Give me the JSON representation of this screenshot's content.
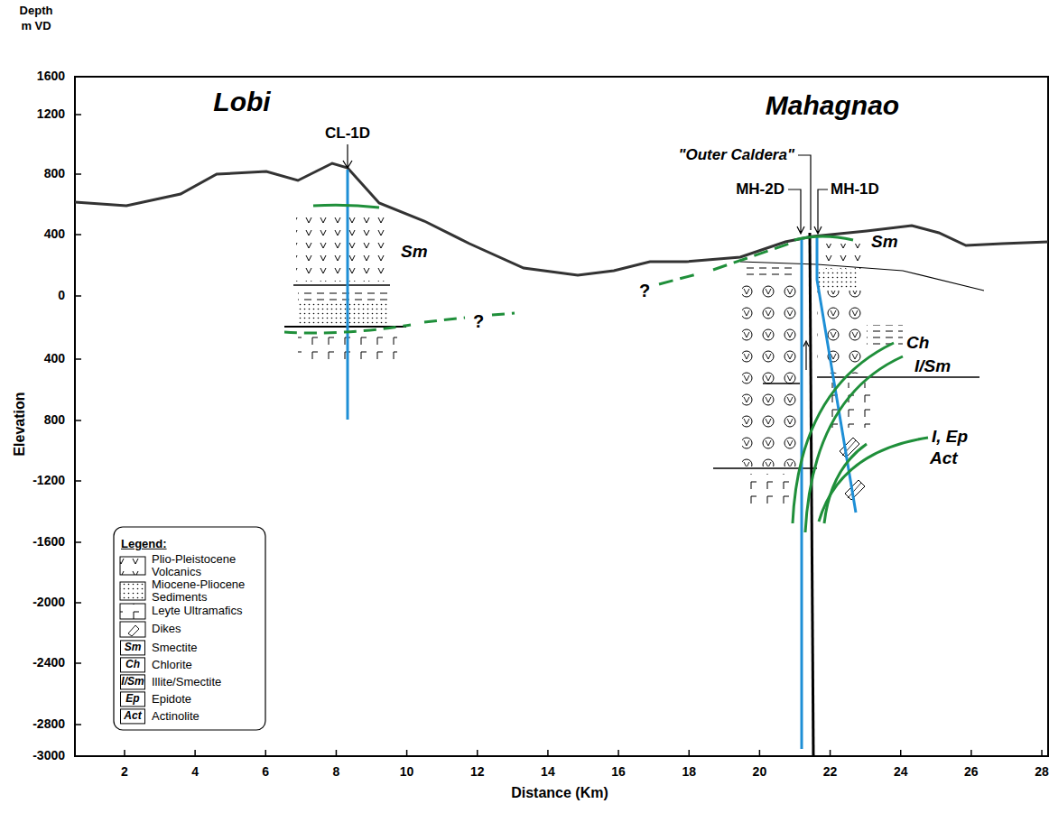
{
  "diagram": {
    "labels": [
      "Depth",
      "m VD",
      "1600",
      "1200",
      "800",
      "400",
      "0",
      "400",
      "800",
      "-1200",
      "-1600",
      "-2000",
      "-2400",
      "-2800",
      "-3000",
      "Elevation",
      "2",
      "4",
      "6",
      "8",
      "10",
      "12",
      "14",
      "16",
      "18",
      "20",
      "22",
      "24",
      "26",
      "28",
      "Distance (Km)",
      "Lobi",
      "CL-1D",
      "Mahagnao",
      "\"Outer Caldera\"",
      "MH-2D",
      "MH-1D",
      "Sm",
      "?",
      "Sm",
      "?",
      "Ch",
      "I/Sm",
      "I, Ep",
      "Act",
      "Legend:",
      "Sm",
      "Ch",
      "I/Sm",
      "Ep",
      "Act"
    ],
    "legend": [
      {
        "text": "Plio-Pleistocene Volcanics"
      },
      {
        "text": "Miocene-Pliocene Sediments"
      },
      {
        "text": "Leyte Ultramafics"
      },
      {
        "text": "Dikes"
      },
      {
        "text": "Smectite"
      },
      {
        "text": "Chlorite"
      },
      {
        "text": "Illite/Smectite"
      },
      {
        "text": "Epidote"
      },
      {
        "text": "Actinolite"
      }
    ]
  }
}
